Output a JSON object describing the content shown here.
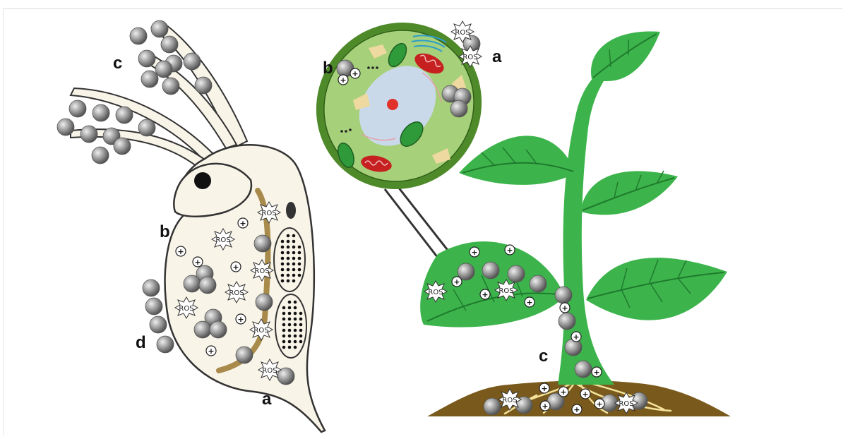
{
  "labels": {
    "daphnia": {
      "c": "c",
      "b": "b",
      "d": "d",
      "a": "a"
    },
    "cell": {
      "b": "b",
      "a": "a"
    },
    "plant": {
      "c": "c"
    }
  },
  "symbols": {
    "ros": "ROS",
    "ion": "+"
  },
  "colors": {
    "particle": "#9a9a9a",
    "leaf": "#3cb44b",
    "leaf_dark": "#1f7a2e",
    "cell_wall": "#4f8a2a",
    "cytoplasm": "#a6d07a",
    "vacuole": "#c9d9ea",
    "soil": "#7a5a1c",
    "root": "#f4e39a",
    "body": "#f8f4e8",
    "gut": "#a88a4a"
  }
}
